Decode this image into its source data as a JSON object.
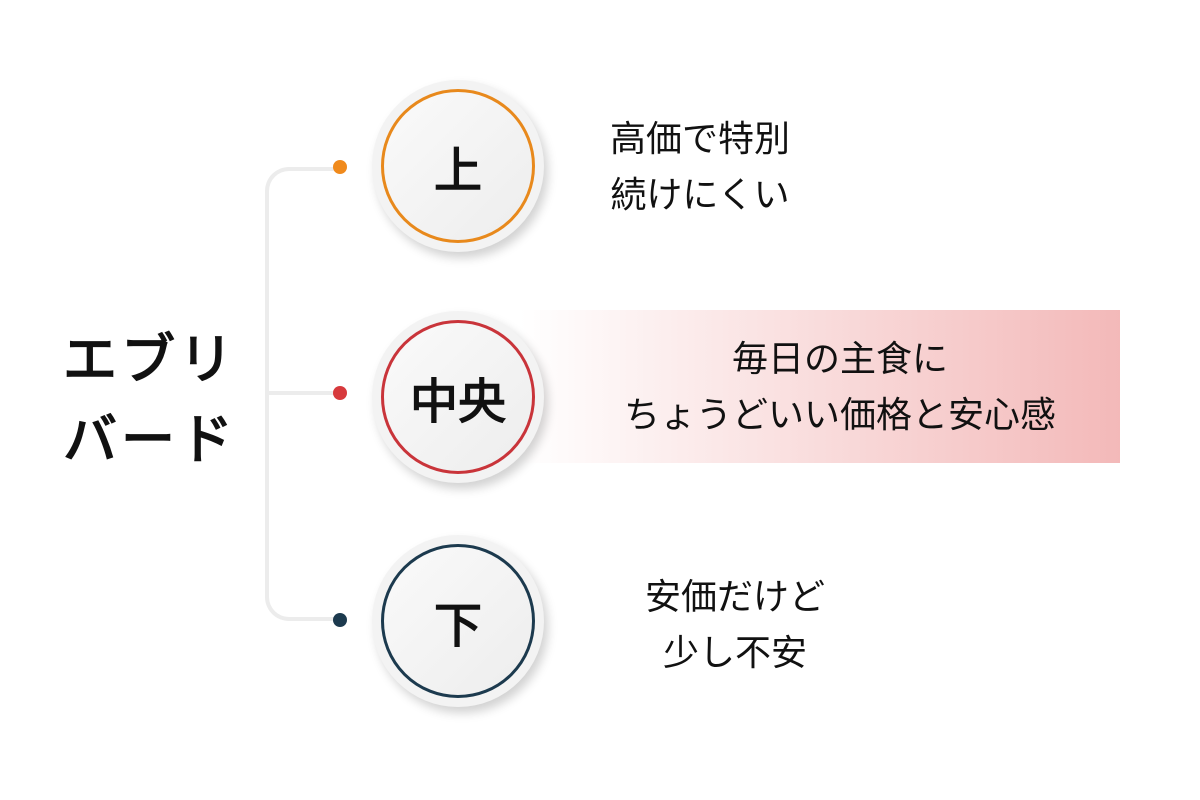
{
  "title_lines": [
    "エブリ",
    "バード"
  ],
  "levels": [
    {
      "label": "上",
      "color": "#e8891c",
      "lines": [
        "高価で特別",
        "続けにくい"
      ]
    },
    {
      "label": "中央",
      "color": "#c9343a",
      "lines": [
        "毎日の主食に",
        "ちょうどいい価格と安心感"
      ]
    },
    {
      "label": "下",
      "color": "#1c3a4e",
      "lines": [
        "安価だけど",
        "少し不安"
      ]
    }
  ]
}
